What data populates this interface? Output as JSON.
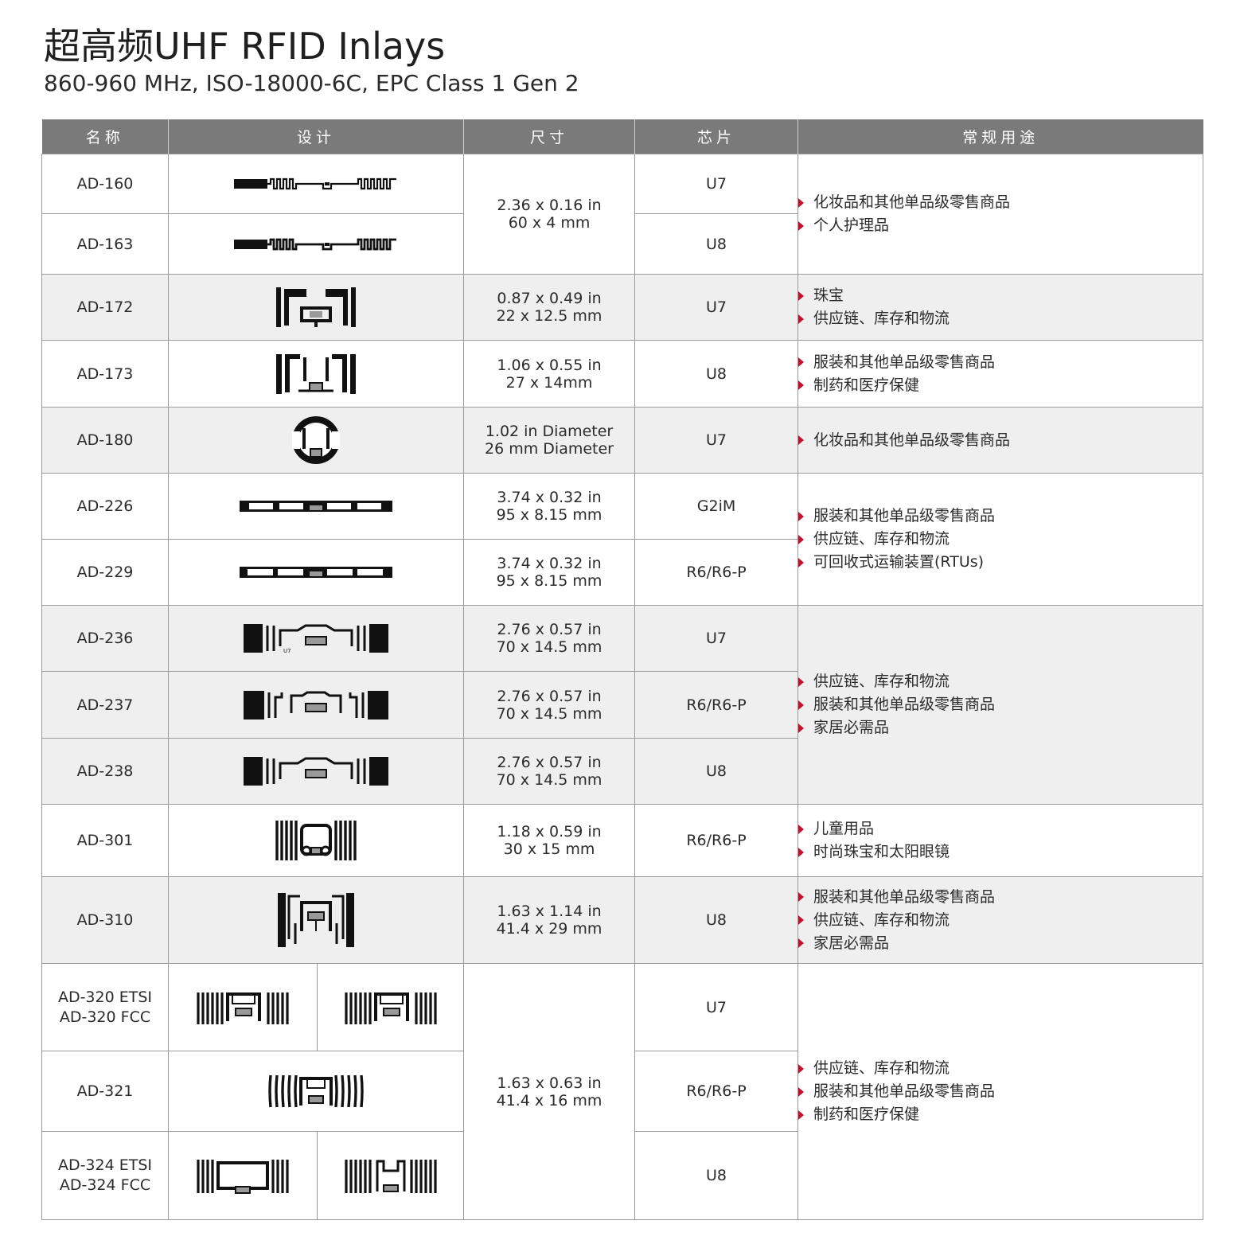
{
  "title": "超高频UHF RFID Inlays",
  "subtitle": "860-960 MHz, ISO-18000-6C, EPC Class 1 Gen 2",
  "headers": [
    "名称",
    "设计",
    "尺寸",
    "芯片",
    "常规用途"
  ],
  "rows": {
    "r1": {
      "name": "AD-160",
      "size_in": "2.36 x 0.16 in",
      "size_mm": "60 x 4 mm",
      "chip": "U7",
      "uses": [
        "化妆品和其他单品级零售商品",
        "个人护理品"
      ]
    },
    "r2": {
      "name": "AD-163",
      "chip": "U8"
    },
    "r3": {
      "name": "AD-172",
      "size_in": "0.87 x 0.49 in",
      "size_mm": "22 x 12.5 mm",
      "chip": "U7",
      "uses": [
        "珠宝",
        "供应链、库存和物流"
      ]
    },
    "r4": {
      "name": "AD-173",
      "size_in": "1.06 x 0.55 in",
      "size_mm": "27 x 14mm",
      "chip": "U8",
      "uses": [
        "服装和其他单品级零售商品",
        "制药和医疗保健"
      ]
    },
    "r5": {
      "name": "AD-180",
      "size_in": "1.02 in Diameter",
      "size_mm": "26 mm Diameter",
      "chip": "U7",
      "uses": [
        "化妆品和其他单品级零售商品"
      ]
    },
    "r6": {
      "name": "AD-226",
      "size_in": "3.74 x 0.32 in",
      "size_mm": "95 x 8.15 mm",
      "chip": "G2iM",
      "uses": [
        "服装和其他单品级零售商品",
        "供应链、库存和物流",
        "可回收式运输装置(RTUs)"
      ]
    },
    "r7": {
      "name": "AD-229",
      "size_in": "3.74 x 0.32 in",
      "size_mm": "95 x 8.15 mm",
      "chip": "R6/R6-P"
    },
    "r8": {
      "name": "AD-236",
      "size_in": "2.76 x 0.57 in",
      "size_mm": "70 x 14.5 mm",
      "chip": "U7",
      "uses": [
        "供应链、库存和物流",
        "服装和其他单品级零售商品",
        "家居必需品"
      ]
    },
    "r9": {
      "name": "AD-237",
      "size_in": "2.76 x 0.57 in",
      "size_mm": "70 x 14.5 mm",
      "chip": "R6/R6-P"
    },
    "r10": {
      "name": "AD-238",
      "size_in": "2.76 x 0.57 in",
      "size_mm": "70 x 14.5 mm",
      "chip": "U8"
    },
    "r11": {
      "name": "AD-301",
      "size_in": "1.18 x 0.59 in",
      "size_mm": "30 x 15 mm",
      "chip": "R6/R6-P",
      "uses": [
        "儿童用品",
        "时尚珠宝和太阳眼镜"
      ]
    },
    "r12": {
      "name": "AD-310",
      "size_in": "1.63 x 1.14 in",
      "size_mm": "41.4 x 29 mm",
      "chip": "U8",
      "uses": [
        "服装和其他单品级零售商品",
        "供应链、库存和物流",
        "家居必需品"
      ]
    },
    "r13": {
      "name1": "AD-320 ETSI",
      "name2": "AD-320 FCC",
      "size_in": "1.63 x 0.63 in",
      "size_mm": "41.4 x 16 mm",
      "chip": "U7",
      "uses": [
        "供应链、库存和物流",
        "服装和其他单品级零售商品",
        "制药和医疗保健"
      ]
    },
    "r14": {
      "name": "AD-321",
      "chip": "R6/R6-P"
    },
    "r15": {
      "name1": "AD-324 ETSI",
      "name2": "AD-324 FCC",
      "chip": "U8"
    }
  },
  "design_labels": {
    "ad236": "U7"
  },
  "colors": {
    "header_bg": "#7a7a7a",
    "alt_row_bg": "#efefef",
    "bullet": "#c8102e",
    "ink": "#111111"
  }
}
